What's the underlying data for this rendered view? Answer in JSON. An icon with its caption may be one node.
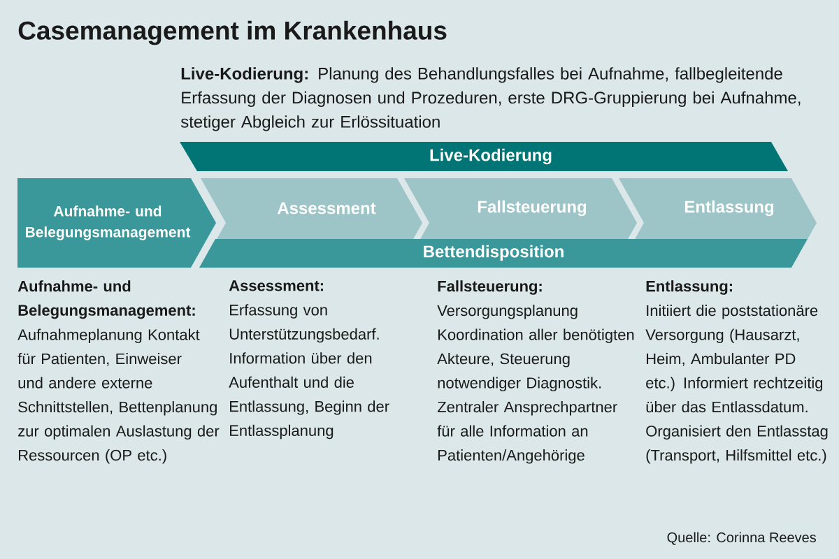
{
  "diagram": {
    "title": "Casemanagement im Krankenhaus",
    "nodes": [
      {
        "text": [
          "Live-Kodierung"
        ]
      },
      {
        "text": [
          "Aufnahme- und Belegungsmanagement"
        ]
      },
      {
        "text": [
          "Assessment"
        ]
      },
      {
        "text": [
          "Fallsteuerung"
        ]
      },
      {
        "text": [
          "Entlassung"
        ]
      },
      {
        "text": [
          "Bettendisposition"
        ]
      }
    ],
    "labels": [
      "**Live-Kodierung:** Planung des Behandlungsfalles bei Aufnahme, fallbegleitende Erfassung der Diagnosen und Prozeduren, erste DRG-Gruppierung bei Aufnahme, stetiger Abgleich zur Erlössituation",
      "Aufnahme- und Belegungsmanagement:",
      "Aufnahmeplanung Kontakt für Patienten, Einweiser und andere externe Schnittstellen, Bettenplanung zur optimalen Auslastung der Ressourcen (OP etc.)",
      "Assessment:",
      "Erfassung von Unterstützungsbedarf. Information über den Aufenthalt und die Entlassung, Beginn der Entlassplanung",
      "Fallsteuerung:",
      "Versorgungsplanung Koordination aller benötigten Akteure, Steuerung notwendiger Diagnostik. Zentraler Ansprechpartner für alle Information an Patienten/Angehörige",
      "Entlassung:",
      "Initiiert die poststationäre Versorgung (Hausarzt, Heim, Ambulanter PD etc.) Informiert rechtzeitig über das Entlassdatum. Organisiert den Entlasstag (Transport, Hilfsmittel etc.)",
      "Quelle: Corinna Reeves"
    ]
  }
}
